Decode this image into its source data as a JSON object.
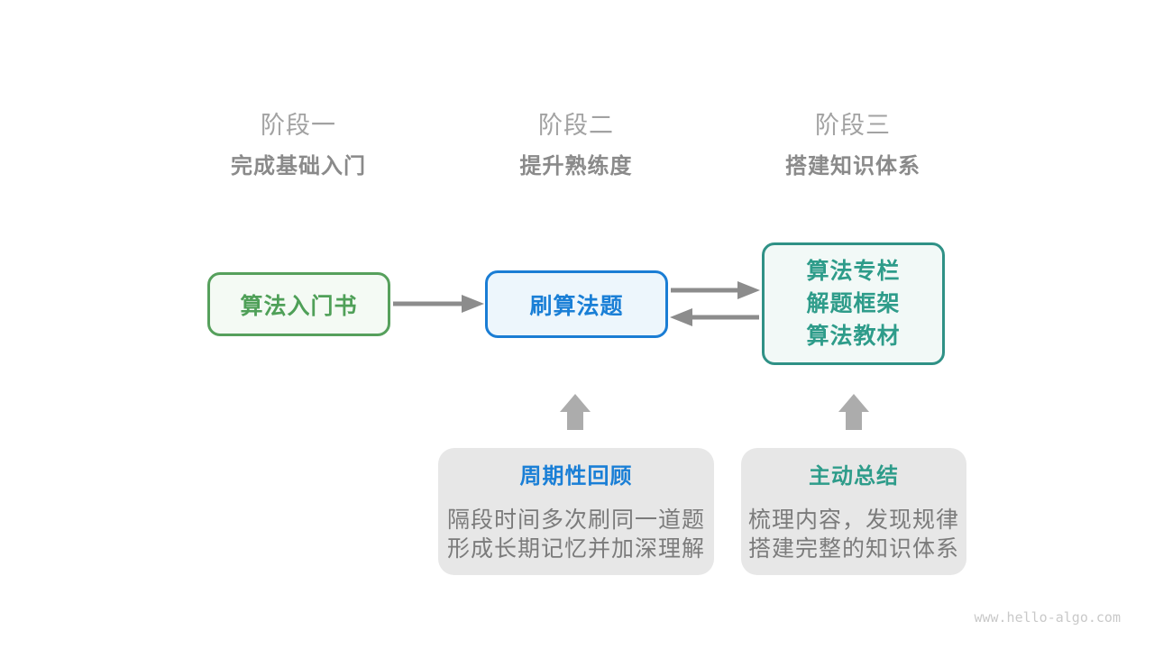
{
  "stages": [
    {
      "title": "阶段一",
      "subtitle": "完成基础入门"
    },
    {
      "title": "阶段二",
      "subtitle": "提升熟练度"
    },
    {
      "title": "阶段三",
      "subtitle": "搭建知识体系"
    }
  ],
  "nodes": {
    "intro_book": {
      "label": "算法入门书",
      "accent": "#4FA058"
    },
    "practice": {
      "label": "刷算法题",
      "accent": "#1A7FD6"
    },
    "resources": {
      "lines": [
        "算法专栏",
        "解题框架",
        "算法教材"
      ],
      "accent": "#2E9C8A"
    }
  },
  "notes": [
    {
      "title": "周期性回顾",
      "lines": [
        "隔段时间多次刷同一道题",
        "形成长期记忆并加深理解"
      ],
      "accent": "#1A7FD6"
    },
    {
      "title": "主动总结",
      "lines": [
        "梳理内容，发现规律",
        "搭建完整的知识体系"
      ],
      "accent": "#2E9C8A"
    }
  ],
  "watermark": "www.hello-algo.com",
  "colors": {
    "green_border": "#56A05C",
    "green_fill": "#F4FAF4",
    "blue_border": "#1A7DD4",
    "blue_fill": "#EDF6FC",
    "teal_border": "#2F9186",
    "teal_fill": "#F2F9F7",
    "note_bg": "#E7E7E7",
    "note_text": "#7B7B7B",
    "arrow": "#8C8C8C",
    "block_arrow": "#ACACAC",
    "stage_title": "#A2A2A2",
    "stage_subtitle": "#8A8A8A",
    "watermark": "#C9C9C9"
  }
}
